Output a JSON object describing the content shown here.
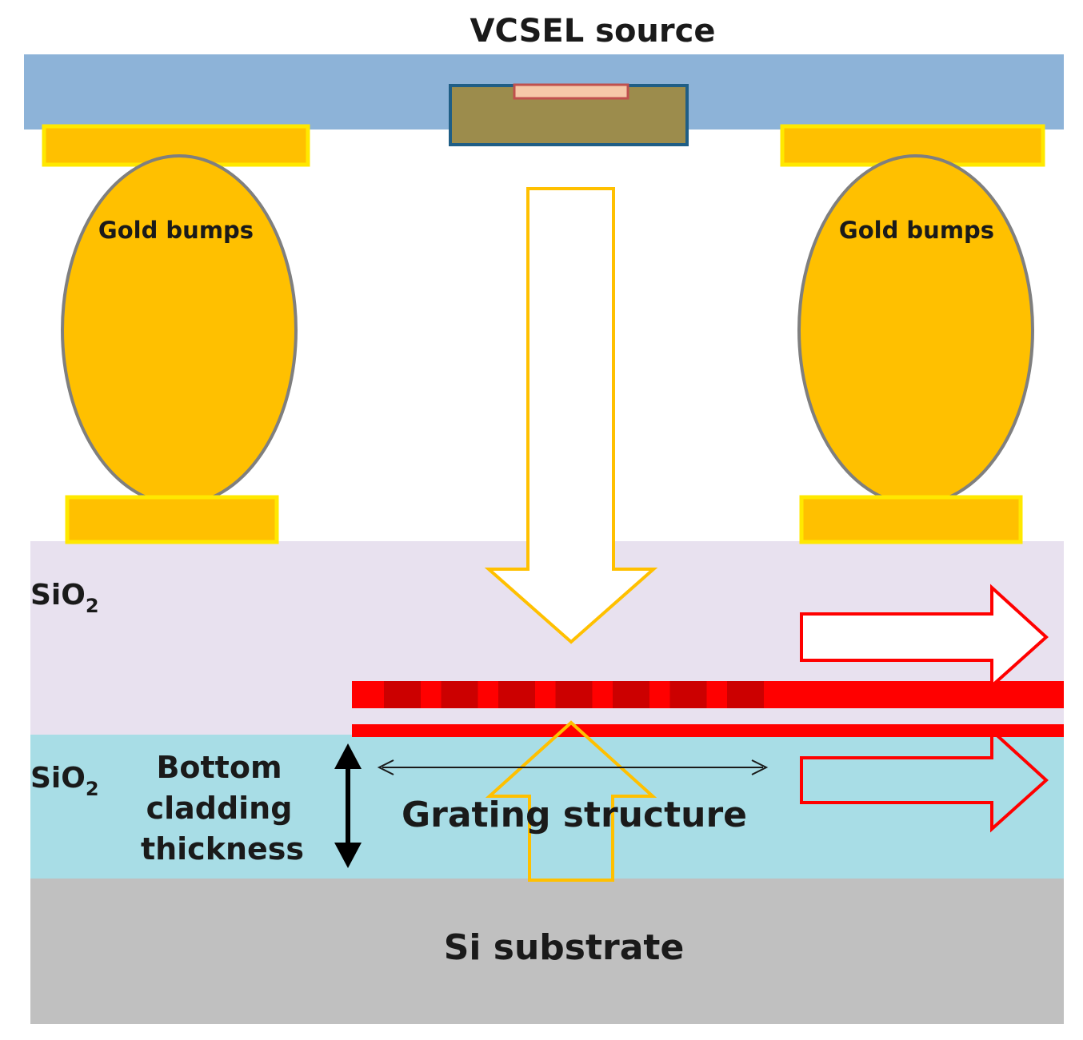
{
  "title": "VCSEL source",
  "labels": {
    "gold_bumps_left": "Gold bumps",
    "gold_bumps_right": "Gold bumps",
    "sio2_upper": {
      "base": "SiO",
      "sub": "2"
    },
    "sio2_lower": {
      "base": "SiO",
      "sub": "2"
    },
    "bottom_cladding": [
      "Bottom",
      "cladding",
      "thickness"
    ],
    "grating_structure": "Grating structure",
    "si_substrate": "Si substrate"
  },
  "colors": {
    "vcsel_board": "#8db3d8",
    "vcsel_chip": "#9c8c4c",
    "vcsel_chip_border": "#1f5e86",
    "gold": "#ffc000",
    "gold_pad": "#ffc000",
    "gold_pad_border": "#ffe800",
    "upper_cladding": "#e8e1ef",
    "bottom_cladding": "#a8dde6",
    "substrate": "#c0c0c0",
    "waveguide": "#ff0000",
    "grating_tooth": "#cc0000",
    "incident_arrow": "#ffc000",
    "guided_arrow": "#ff0000"
  }
}
